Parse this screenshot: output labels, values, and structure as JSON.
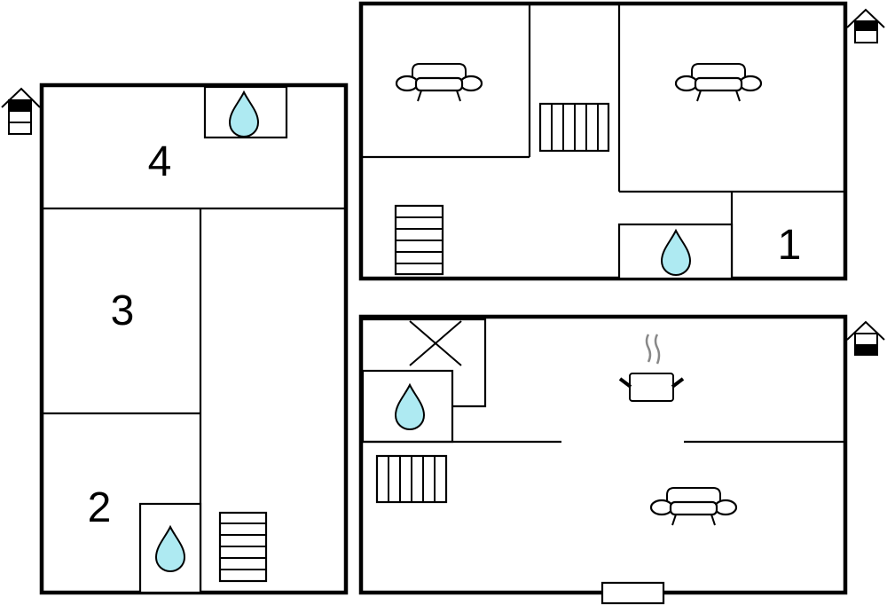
{
  "floor_plan": {
    "rooms": {
      "room_1": "1",
      "room_2": "2",
      "room_3": "3",
      "room_4": "4"
    },
    "icons": [
      "floor-indicator-icon",
      "bath-drop-icon",
      "sofa-icon",
      "stairs-icon",
      "cooking-pot-icon",
      "closet-x-icon",
      "door-icon"
    ],
    "colors": {
      "water": "#aeeaf2",
      "walls": "#000000",
      "steam": "#888888"
    }
  }
}
